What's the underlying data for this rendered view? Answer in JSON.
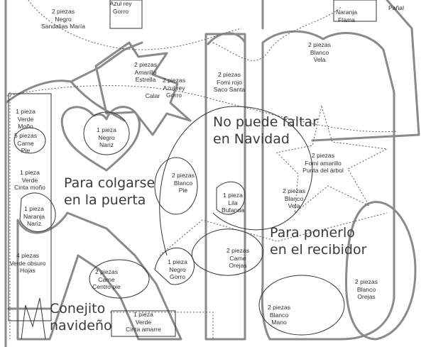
{
  "sheet": {
    "line_color": "#8a8a86",
    "text_color": "#2f2f2f"
  },
  "labels": [
    "2 piezas\nNegro\nSandalias María",
    "Azul rey\nGorro",
    "Naranja\nFlama",
    "Pañal",
    "2 piezas\nBlanco\nVela",
    "2 piezas\nAmarillo\nEstrella",
    "Calar",
    "2 piezas\nAzul rey\nGorro",
    "2 piezas\nFomi rojo\nSaco Santa",
    "1 pieza\nVerde\nMoño",
    "5 piezas\nCarne\nPie",
    "1 pieza\nNegro\nNariz",
    "2 piezas\nFomi amarillo\nPunta del árbol",
    "1 pieza\nVerde\nCinta moño",
    "2 piezas\nBlanco\nPie",
    "2 piezas\nBlanco\nVela",
    "1 pieza\nLila\nBufanda",
    "1 pieza\nNaranja\nNariz",
    "4 piezas\nVerde obsuro\nHojas",
    "2 piezas\nCarne\nOrejas",
    "1 pieza\nNegro\nGorro",
    "2 piezas\nCarne\nCentro pie",
    "2 piezas\nBlanco\nOrejas",
    "2 piezas\nBlanco\nMano",
    "1 pieza\nVerde\nCinta amarre"
  ],
  "headings": {
    "colgarse": [
      "Para colgarse",
      "en la puerta"
    ],
    "navidad": [
      "No puede faltar",
      "en Navidad"
    ],
    "recibidor": [
      "Para ponerlo",
      "en el recibidor"
    ],
    "conejito": [
      "Conejito",
      "navideño"
    ]
  }
}
